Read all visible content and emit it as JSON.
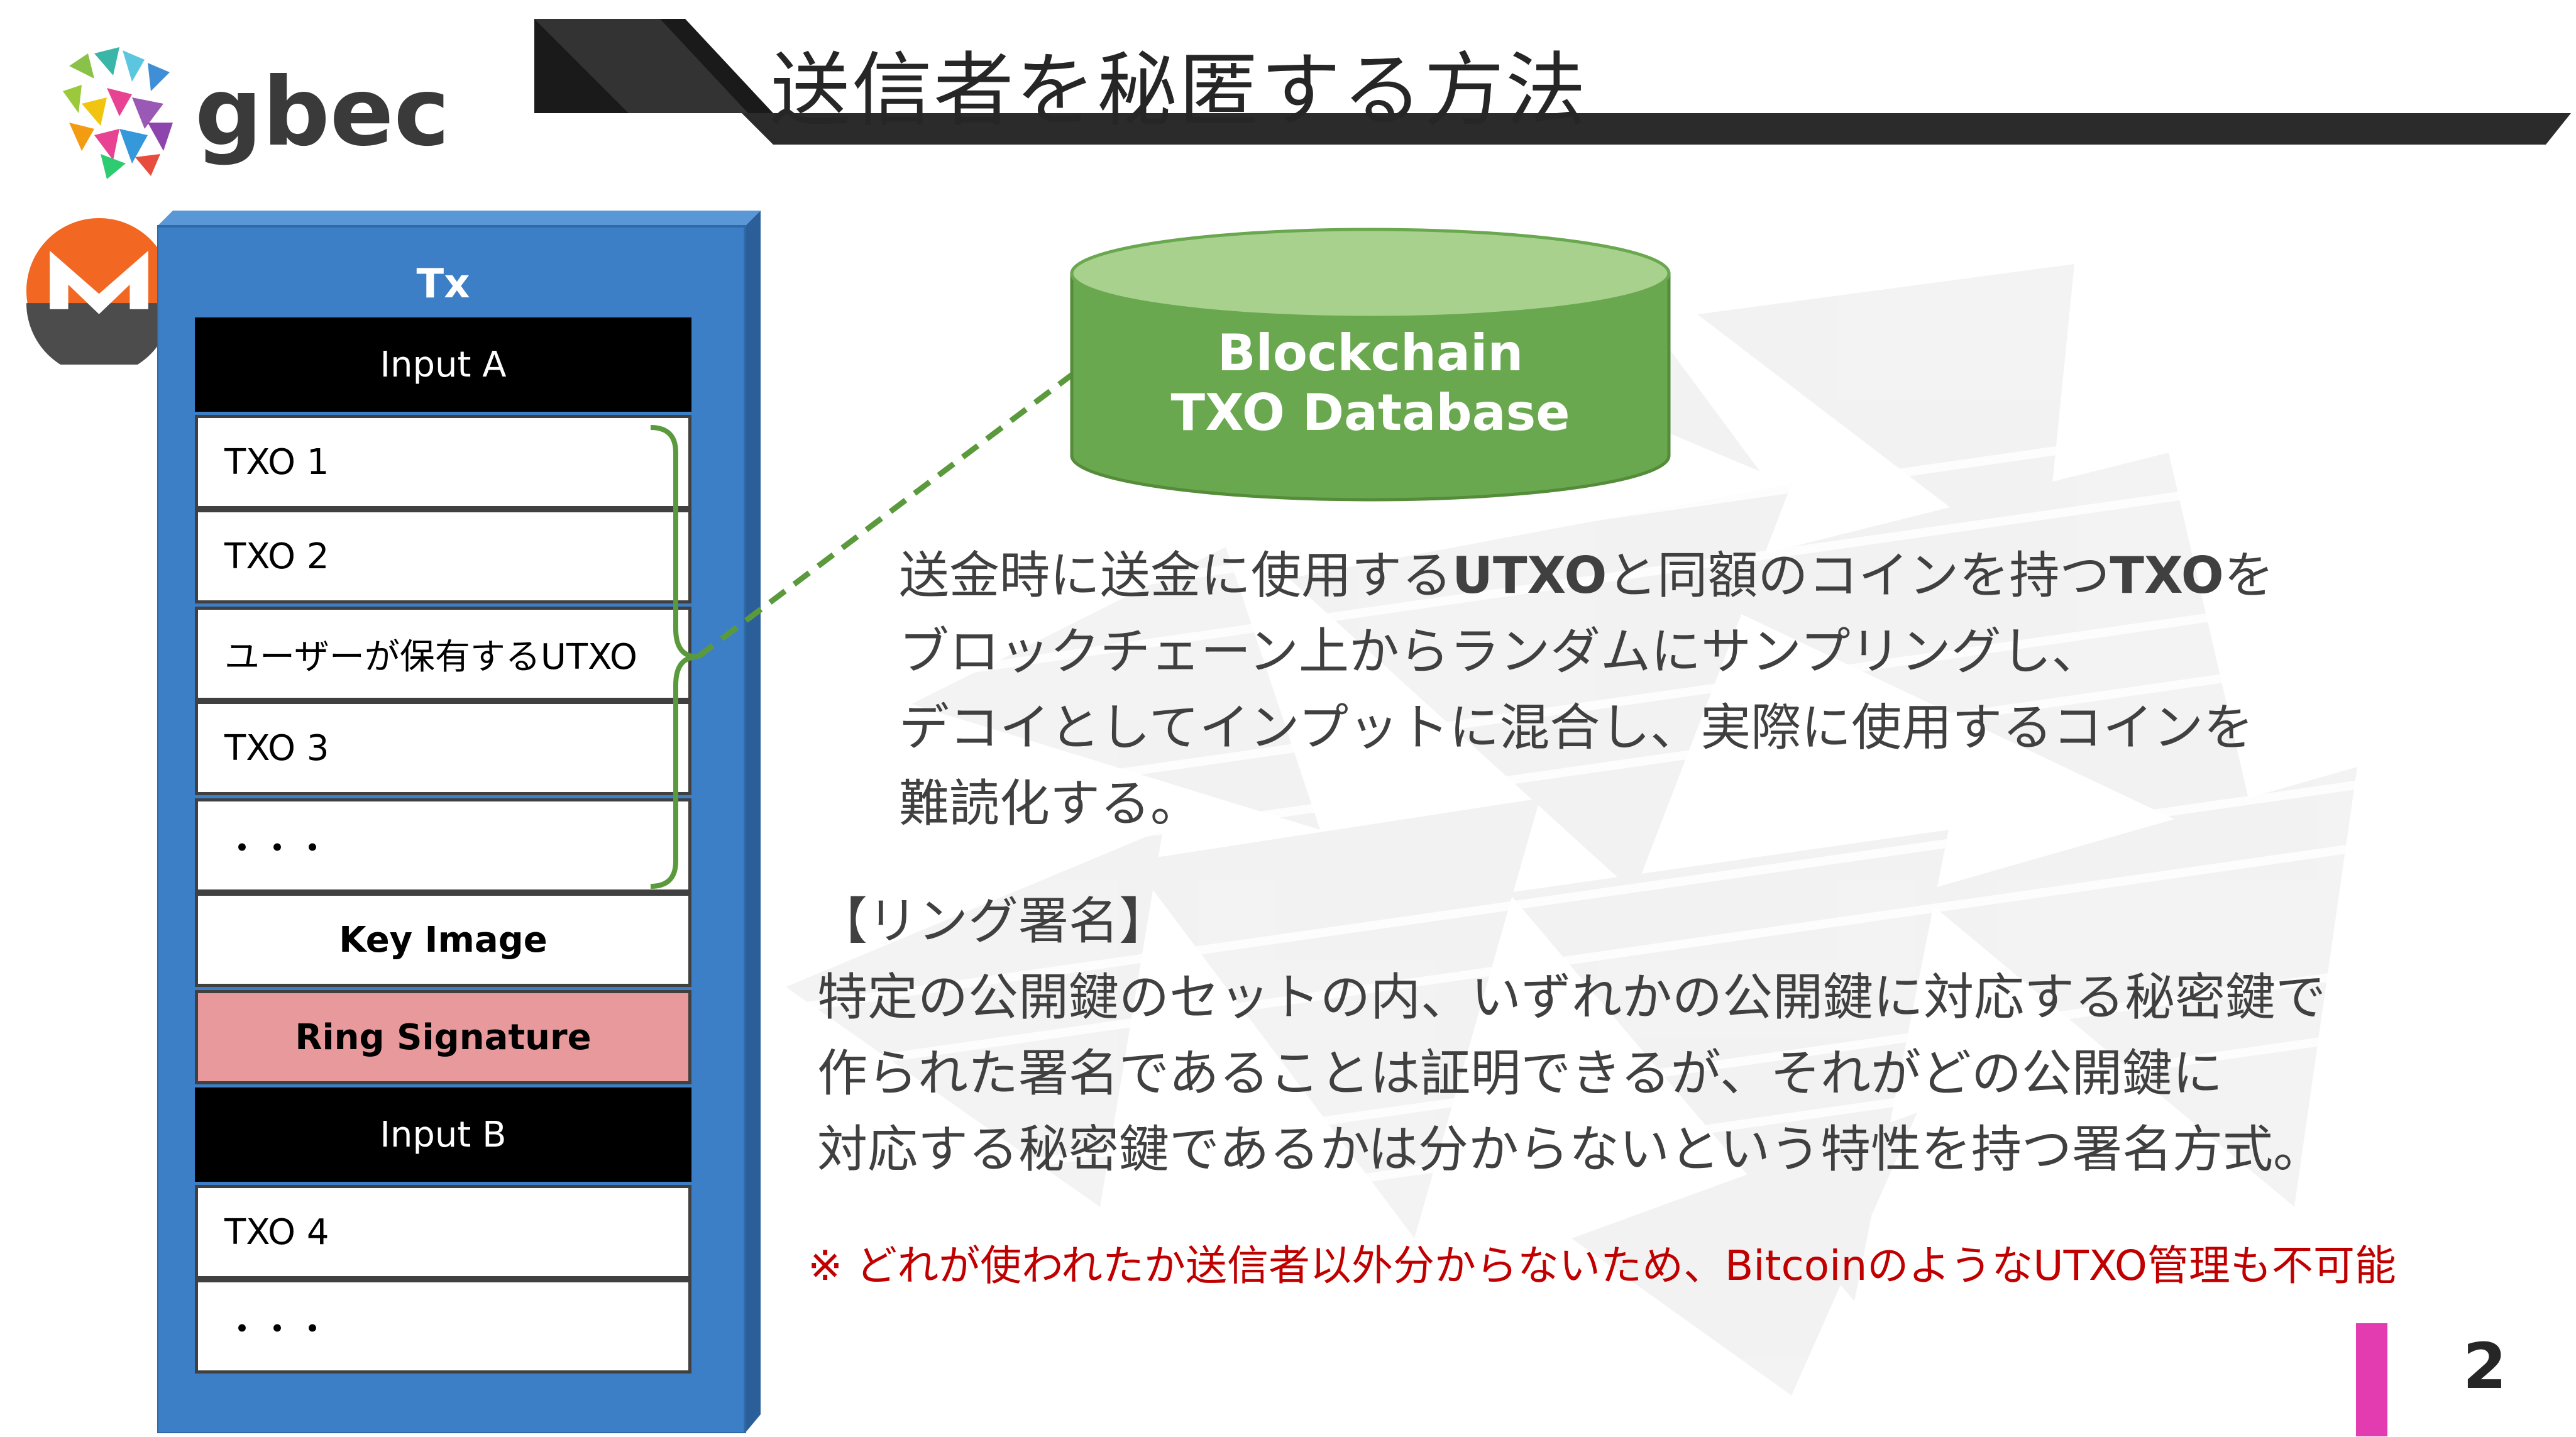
{
  "header": {
    "logo_text": "gbec",
    "title": "送信者を秘匿する方法"
  },
  "tx_diagram": {
    "tx_label": "Tx",
    "rows": [
      "Input A",
      "TXO 1",
      "TXO  2",
      "ユーザーが保有するUTXO",
      "TXO 3",
      "・・・",
      "Key Image",
      "Ring Signature",
      "Input B",
      "TXO 4",
      "・・・"
    ]
  },
  "database": {
    "line1": "Blockchain",
    "line2": "TXO Database"
  },
  "explanation": {
    "lines": [
      [
        "送金時に送金に使用する",
        "UTXO",
        "と同額のコインを持つ",
        "TXO",
        "を"
      ],
      "ブロックチェーン上からランダムにサンプリングし、",
      "デコイとしてインプットに混合し、実際に使用するコインを",
      "難読化する。"
    ]
  },
  "ring_signature": {
    "heading": "【リング署名】",
    "lines": [
      "特定の公開鍵のセットの内、いずれかの公開鍵に対応する秘密鍵で",
      "作られた署名であることは証明できるが、それがどの公開鍵に",
      "対応する秘密鍵であるかは分からないという特性を持つ署名方式。"
    ]
  },
  "note": "※ どれが使われたか送信者以外分からないため、BitcoinのようなUTXO管理も不可能",
  "page_number": "2",
  "colors": {
    "tx_box_blue": "#3d7fc6",
    "database_green": "#6aa84f",
    "ring_signature_pink": "#e8999b",
    "note_red": "#c00000",
    "page_marker_magenta": "#e33cb0",
    "monero_orange": "#f26822"
  }
}
